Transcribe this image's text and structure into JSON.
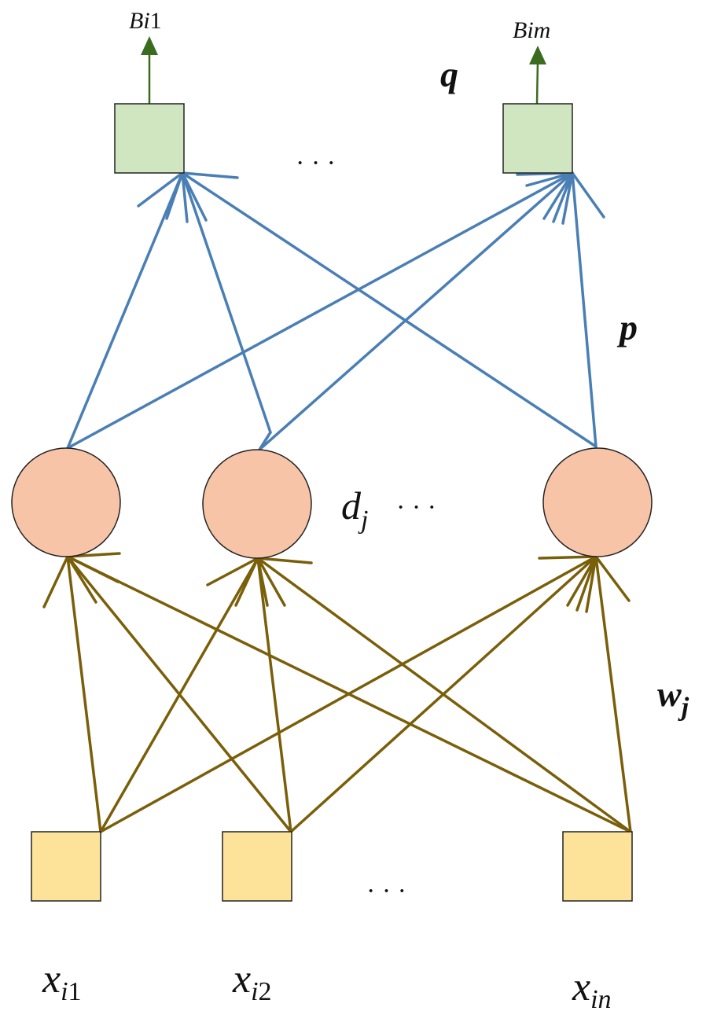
{
  "output_labels": {
    "first": {
      "base": "Bi",
      "tail": "1"
    },
    "last": {
      "base": "Bim",
      "tail": ""
    }
  },
  "weight_labels": {
    "q": "q",
    "p": "p",
    "w": {
      "base": "w",
      "sub": "j"
    }
  },
  "hidden_label": {
    "base": "d",
    "sub": "j"
  },
  "input_labels": [
    {
      "base": "x",
      "sub_italic": "i",
      "sub_plain": "1"
    },
    {
      "base": "x",
      "sub_italic": "i",
      "sub_plain": "2"
    },
    {
      "base": "x",
      "sub_italic": "in",
      "sub_plain": ""
    }
  ],
  "ellipsis": "·   ·   ·",
  "colors": {
    "output_node": "#cfe6c0",
    "hidden_node": "#f8c4a8",
    "input_node": "#fde39a",
    "output_arrow": "#3b6b1f",
    "blue_edge": "#4a7fb5",
    "olive_edge": "#7a5f0a",
    "outline": "#222222"
  }
}
